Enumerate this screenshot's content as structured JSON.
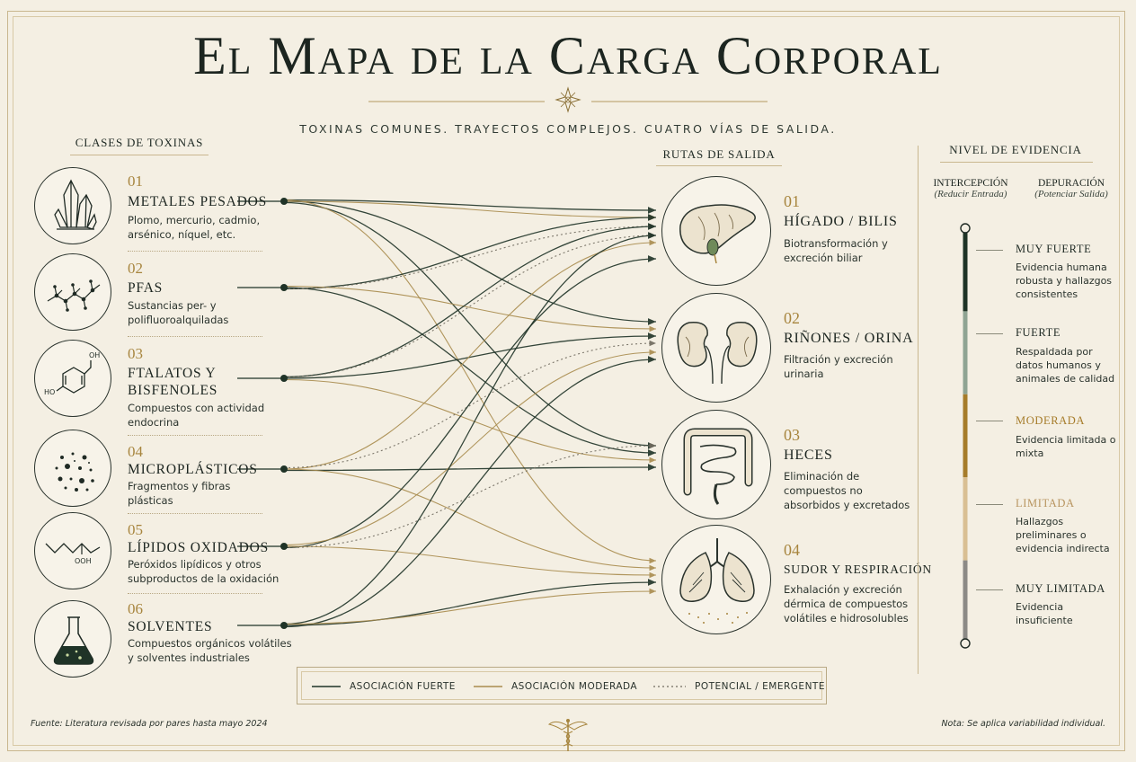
{
  "title": "El Mapa de la Carga Corporal",
  "subtitle": "TOXINAS COMUNES. TRAYECTOS COMPLEJOS. CUATRO VÍAS DE SALIDA.",
  "toxins_header": "CLASES DE TOXINAS",
  "routes_header": "RUTAS DE SALIDA",
  "evidence_header": "NIVEL DE EVIDENCIA",
  "toxins": [
    {
      "num": "01",
      "name": "METALES PESADOS",
      "desc": "Plomo, mercurio, cadmio, arsénico, níquel, etc.",
      "icon": "crystal-icon"
    },
    {
      "num": "02",
      "name": "PFAS",
      "desc": "Sustancias per- y polifluoroalquiladas",
      "icon": "molecule-chain-icon"
    },
    {
      "num": "03",
      "name": "FTALATOS Y BISFENOLES",
      "desc": "Compuestos con actividad endocrina",
      "icon": "phenol-ring-icon"
    },
    {
      "num": "04",
      "name": "MICROPLÁSTICOS",
      "desc": "Fragmentos y fibras plásticas",
      "icon": "particles-icon"
    },
    {
      "num": "05",
      "name": "LÍPIDOS OXIDADOS",
      "desc": "Peróxidos lipídicos y otros subproductos de la oxidación",
      "icon": "hydroperoxide-icon"
    },
    {
      "num": "06",
      "name": "SOLVENTES",
      "desc": "Compuestos orgánicos volátiles y solventes industriales",
      "icon": "flask-icon"
    }
  ],
  "routes": [
    {
      "num": "01",
      "name": "HÍGADO / BILIS",
      "desc": "Biotransformación y excreción biliar",
      "icon": "liver-icon"
    },
    {
      "num": "02",
      "name": "RIÑONES / ORINA",
      "desc": "Filtración y excreción urinaria",
      "icon": "kidneys-icon"
    },
    {
      "num": "03",
      "name": "HECES",
      "desc": "Eliminación de compuestos no absorbidos y excretados",
      "icon": "intestines-icon"
    },
    {
      "num": "04",
      "name": "SUDOR Y RESPIRACIÓN",
      "desc": "Exhalación y excreción dérmica de compuestos volátiles e hidrosolubles",
      "icon": "lungs-icon"
    }
  ],
  "evidence": {
    "col_left": {
      "title": "INTERCEPCIÓN",
      "sub": "(Reducir Entrada)"
    },
    "col_right": {
      "title": "DEPURACIÓN",
      "sub": "(Potenciar Salida)"
    },
    "levels": [
      {
        "name": "MUY FUERTE",
        "desc": "Evidencia humana robusta y hallazgos consistentes",
        "color": "#1e3326"
      },
      {
        "name": "FUERTE",
        "desc": "Respaldada por datos humanos y animales de calidad",
        "color": "#8fa493"
      },
      {
        "name": "MODERADA",
        "desc": "Evidencia limitada o mixta",
        "color": "#a67c2a"
      },
      {
        "name": "LIMITADA",
        "desc": "Hallazgos preliminares o evidencia indirecta",
        "color": "#d9bf93"
      },
      {
        "name": "MUY LIMITADA",
        "desc": "Evidencia insuficiente",
        "color": "#8c8a86"
      }
    ]
  },
  "legend": {
    "strong": "ASOCIACIÓN FUERTE",
    "moderate": "ASOCIACIÓN MODERADA",
    "potential": "POTENCIAL / EMERGENTE"
  },
  "footer_left": "Fuente: Literatura revisada por pares hasta mayo 2024",
  "footer_right": "Nota: Se aplica variabilidad individual.",
  "colors": {
    "strong": "#1f3327",
    "moderate": "#a98c4e",
    "potential": "#6f6a5e",
    "accent": "#a7853e",
    "background": "#f4efe3"
  }
}
